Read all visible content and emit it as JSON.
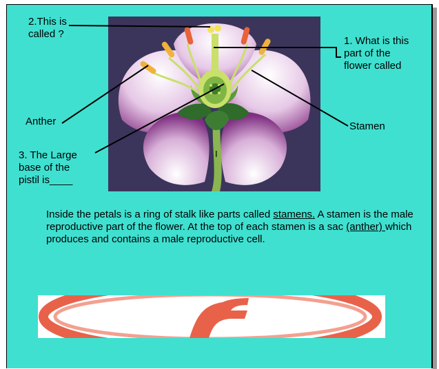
{
  "labels": {
    "q2_line1": "2.This is",
    "q2_line2": "called ?",
    "q1_line1": "1. What is this",
    "q1_line2": "part of the",
    "q1_line3": "flower called",
    "anther": "Anther",
    "stamen": "Stamen",
    "q3_line1": "3. The Large",
    "q3_line2": "base of the",
    "q3_line3": "pistil is____",
    "marker": "I"
  },
  "paragraph": {
    "t1": "Inside the petals is a ring of stalk like parts called ",
    "u1": "stamens.",
    "t2": " A stamen is the male reproductive part of the flower. At the top of each stamen is a sac ",
    "u2": "(anther) ",
    "t3": "which produces and contains a male reproductive cell."
  },
  "colors": {
    "background": "#3fe0d0",
    "petal": "#a0559e",
    "stem": "#8ab550",
    "banner_red": "#e8624a"
  }
}
